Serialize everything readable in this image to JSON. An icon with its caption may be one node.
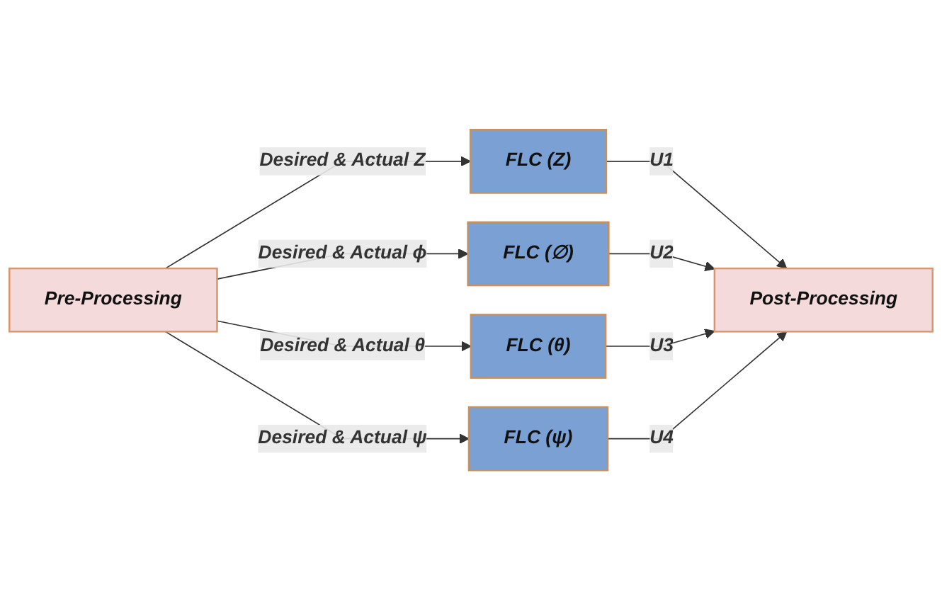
{
  "diagram": {
    "nodes": [
      {
        "text": [
          "Pre-Processing"
        ]
      },
      {
        "text": [
          "FLC (Z)"
        ]
      },
      {
        "text": [
          "FLC (∅)"
        ]
      },
      {
        "text": [
          "FLC (θ)"
        ]
      },
      {
        "text": [
          "FLC (ψ)"
        ]
      },
      {
        "text": [
          "Post-Processing"
        ]
      }
    ],
    "edges": [
      {
        "from": 0,
        "to": 1,
        "arrow": "to",
        "label": "Desired & Actual Z"
      },
      {
        "from": 0,
        "to": 2,
        "arrow": "to",
        "label": "Desired & Actual ϕ"
      },
      {
        "from": 0,
        "to": 3,
        "arrow": "to",
        "label": "Desired & Actual θ"
      },
      {
        "from": 0,
        "to": 4,
        "arrow": "to",
        "label": "Desired & Actual ψ"
      },
      {
        "from": 1,
        "to": 5,
        "arrow": "to",
        "label": "U1"
      },
      {
        "from": 2,
        "to": 5,
        "arrow": "to",
        "label": "U2"
      },
      {
        "from": 3,
        "to": 5,
        "arrow": "to",
        "label": "U3"
      },
      {
        "from": 4,
        "to": 5,
        "arrow": "to",
        "label": "U4"
      }
    ]
  }
}
